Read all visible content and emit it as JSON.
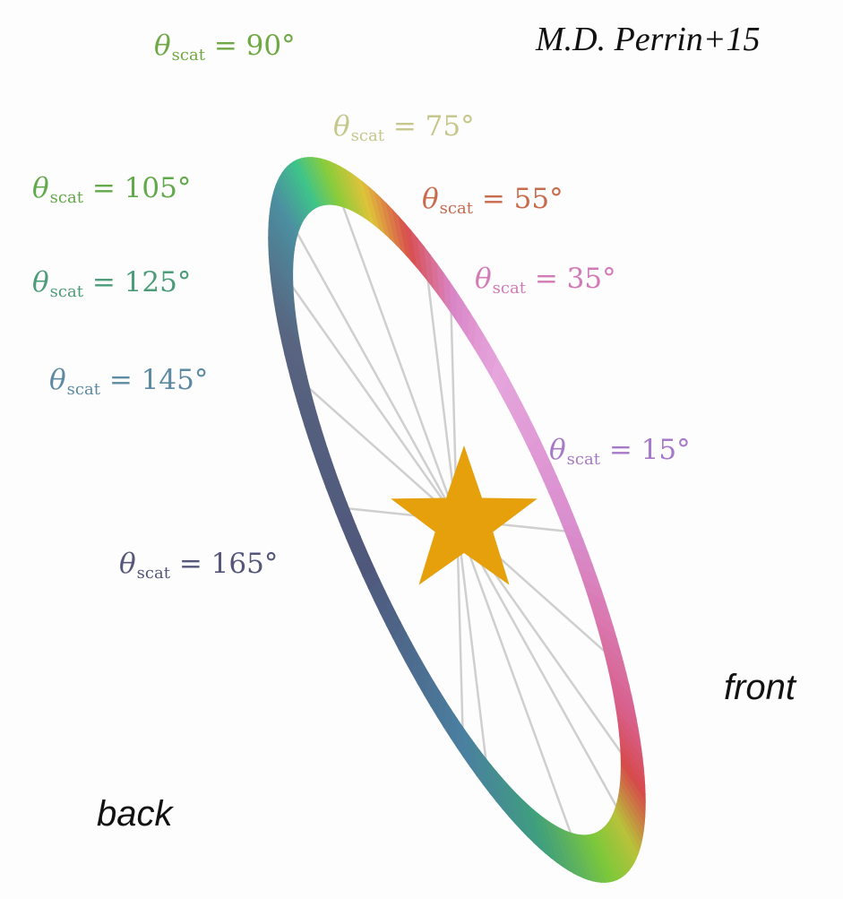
{
  "credit": "M.D. Perrin+15",
  "side_labels": {
    "front": "front",
    "back": "back"
  },
  "angle_labels": [
    {
      "theta": "θ",
      "sub": "scat",
      "rest": " = 90°",
      "color": "#6fa844"
    },
    {
      "theta": "θ",
      "sub": "scat",
      "rest": " = 75°",
      "color": "#c6c78d"
    },
    {
      "theta": "θ",
      "sub": "scat",
      "rest": " = 55°",
      "color": "#c86a4c"
    },
    {
      "theta": "θ",
      "sub": "scat",
      "rest": " = 35°",
      "color": "#d27ab6"
    },
    {
      "theta": "θ",
      "sub": "scat",
      "rest": " = 15°",
      "color": "#a779c9"
    },
    {
      "theta": "θ",
      "sub": "scat",
      "rest": " = 105°",
      "color": "#62a94b"
    },
    {
      "theta": "θ",
      "sub": "scat",
      "rest": " = 125°",
      "color": "#4c9c7a"
    },
    {
      "theta": "θ",
      "sub": "scat",
      "rest": " = 145°",
      "color": "#5c8aa3"
    },
    {
      "theta": "θ",
      "sub": "scat",
      "rest": " = 165°",
      "color": "#55577a"
    }
  ],
  "star_color": "#e6a00b",
  "spoke_color": "#cfcfcf"
}
